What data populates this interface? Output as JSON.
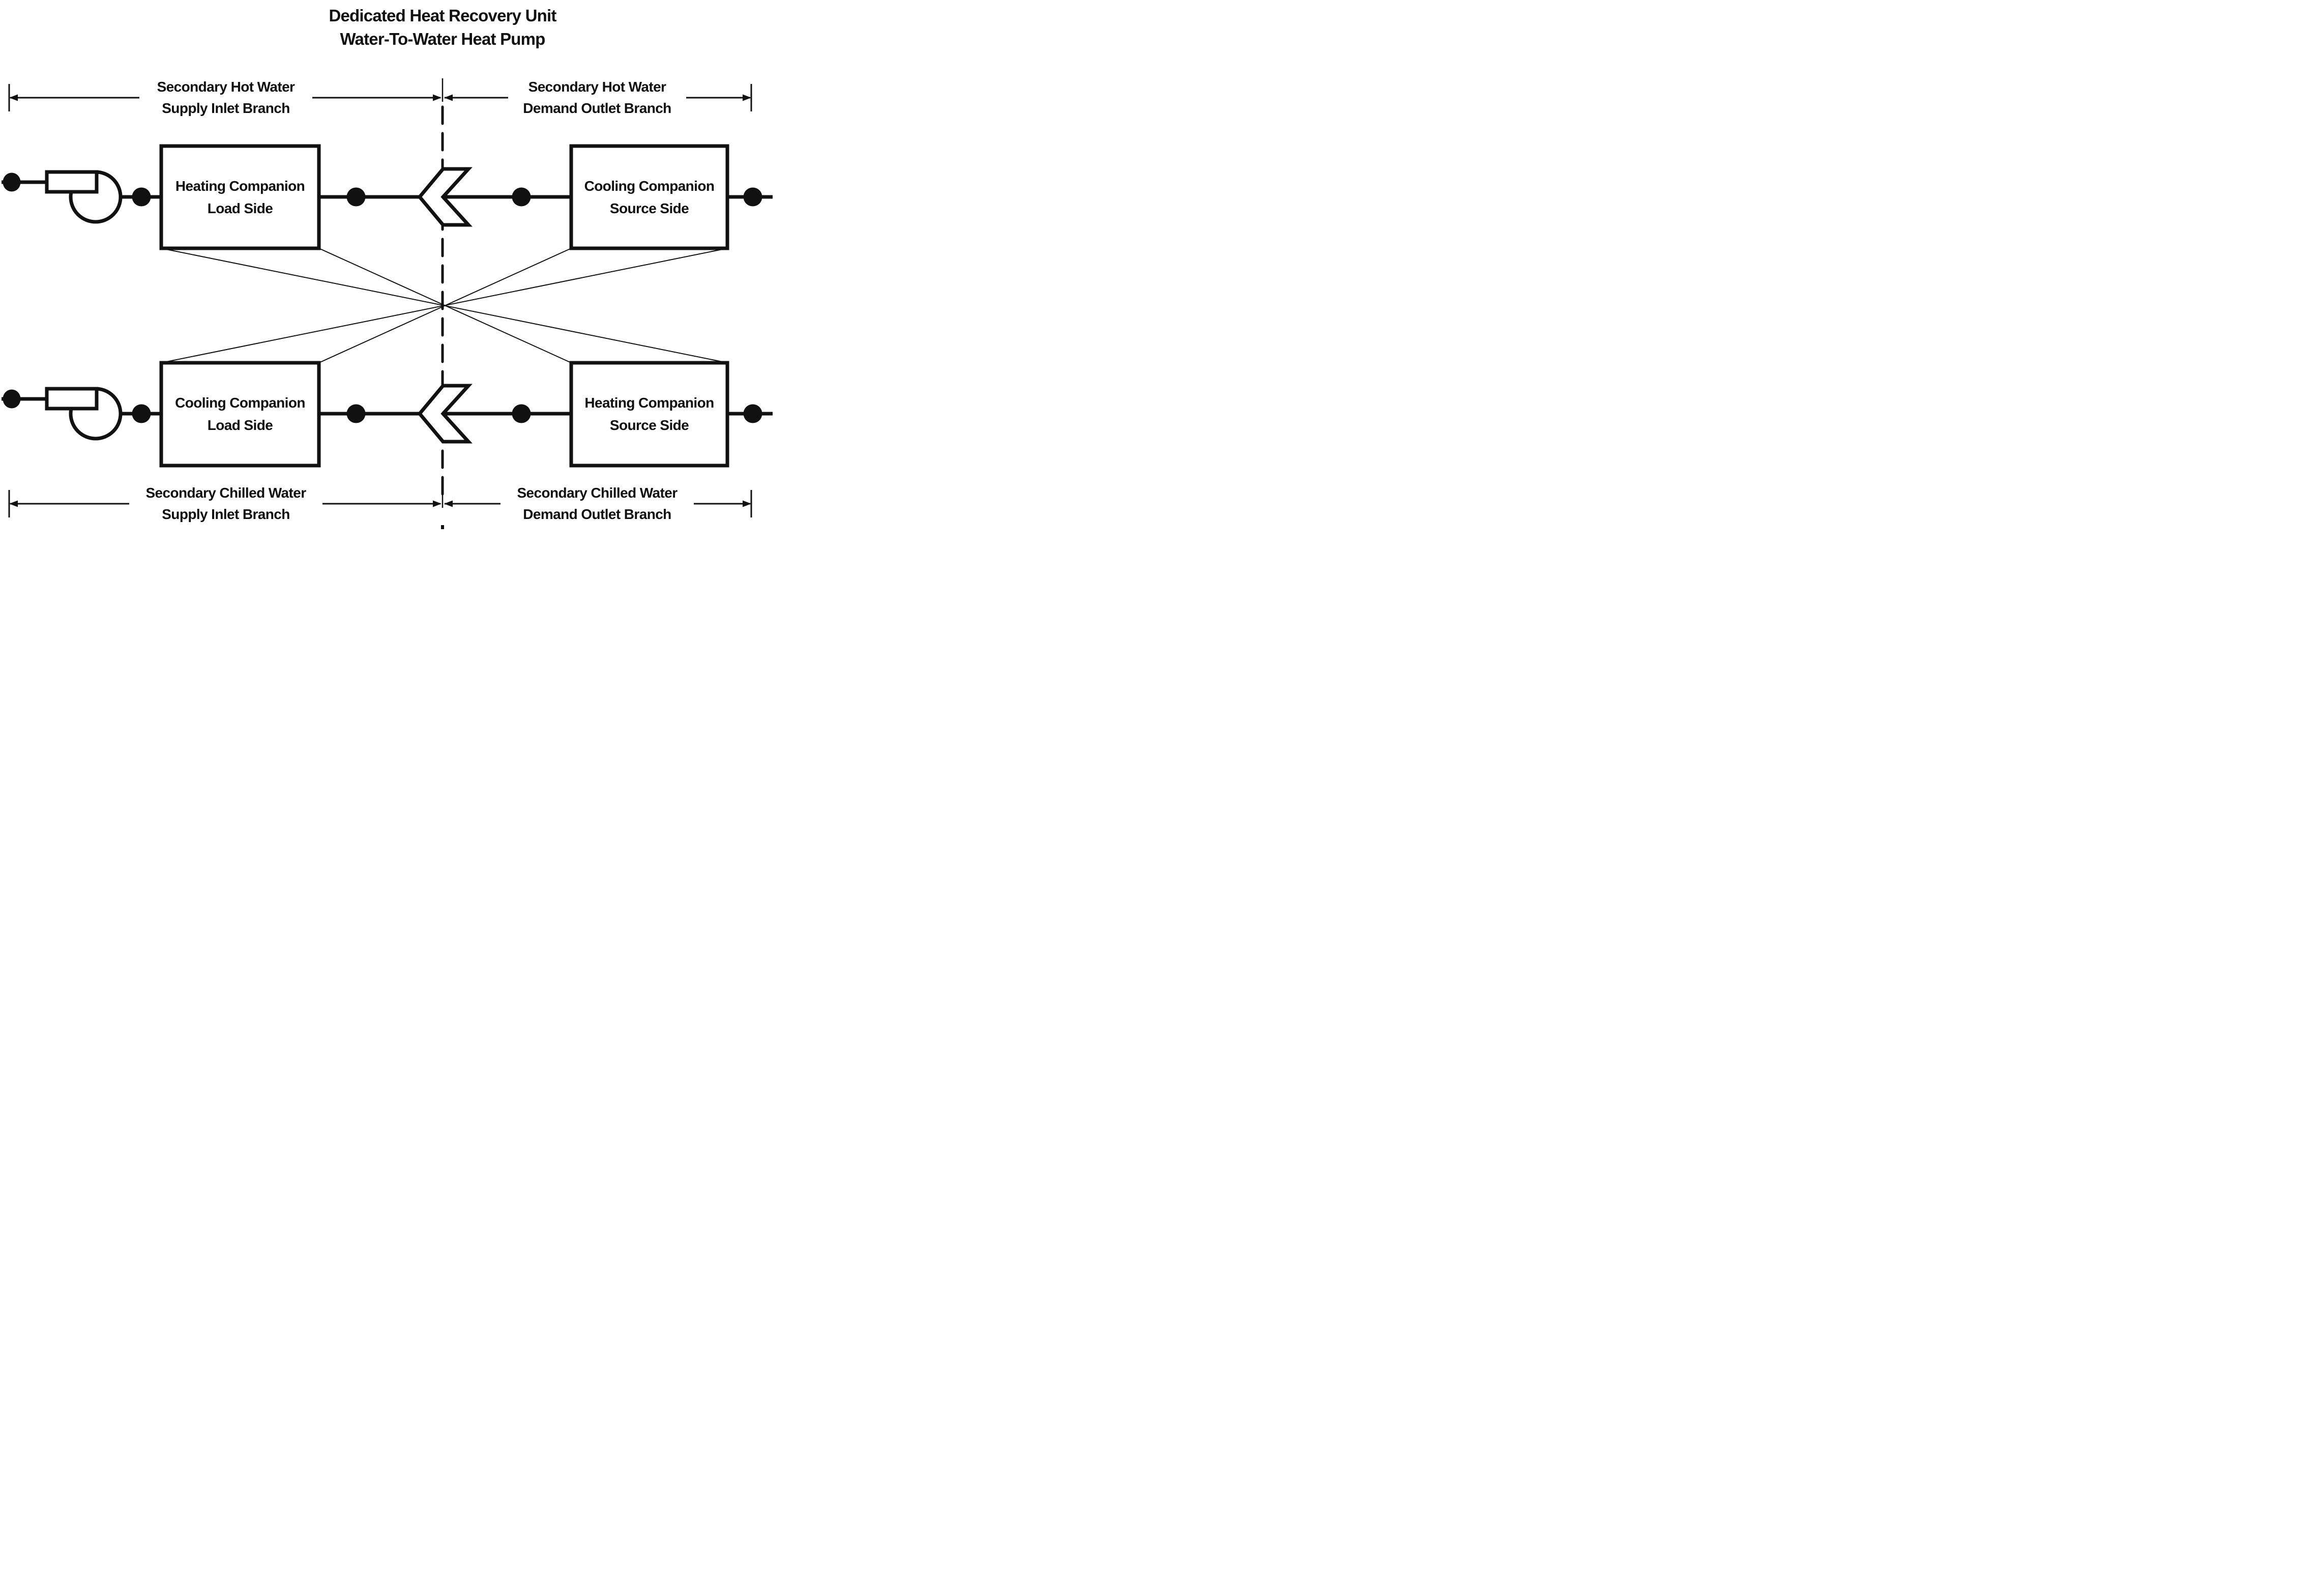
{
  "title": {
    "line1": "Dedicated Heat Recovery Unit",
    "line2": "Water-To-Water Heat Pump"
  },
  "branch_labels": {
    "top_left": {
      "line1": "Secondary Hot Water",
      "line2": "Supply Inlet Branch"
    },
    "top_right": {
      "line1": "Secondary Hot Water",
      "line2": "Demand Outlet Branch"
    },
    "bottom_left": {
      "line1": "Secondary Chilled Water",
      "line2": "Supply Inlet Branch"
    },
    "bottom_right": {
      "line1": "Secondary Chilled Water",
      "line2": "Demand Outlet Branch"
    }
  },
  "boxes": {
    "top_left": {
      "line1": "Heating Companion",
      "line2": "Load Side"
    },
    "top_right": {
      "line1": "Cooling Companion",
      "line2": "Source Side"
    },
    "bottom_left": {
      "line1": "Cooling Companion",
      "line2": "Load Side"
    },
    "bottom_right": {
      "line1": "Heating Companion",
      "line2": "Source Side"
    }
  },
  "icons": {
    "pump": "pump-icon",
    "flow_arrow": "flow-direction-chevron-icon",
    "junction": "junction-dot-icon",
    "dimension_arrow": "dimension-arrow-icon",
    "center_boundary": "dashed-boundary-line"
  },
  "colors": {
    "ink": "#111111",
    "background": "#ffffff"
  }
}
